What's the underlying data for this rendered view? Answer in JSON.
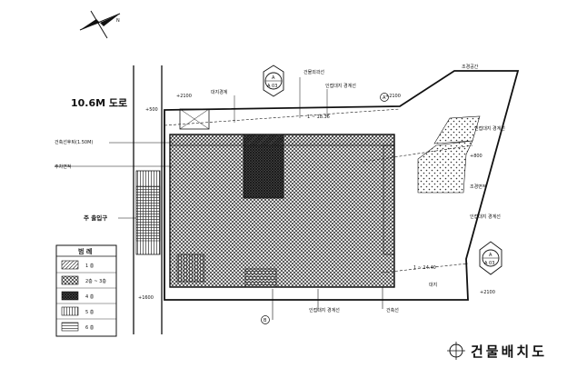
{
  "road": {
    "label": "10.6M 도로"
  },
  "entrance": {
    "label": "주 출입구"
  },
  "north_marker": {
    "label": "N"
  },
  "section_marks": [
    {
      "letter": "A",
      "sheet": "A 03"
    },
    {
      "letter": "A",
      "sheet": "A 03"
    }
  ],
  "grid_marks": [
    "A",
    "B"
  ],
  "levels": [
    "+2100",
    "+500",
    "+2100",
    "+800",
    "+1600",
    "+2100"
  ],
  "annotations": {
    "top_1": "조경공간",
    "top_2": "건물외곽선",
    "top_3": "인접대지 경계선",
    "top_4": "대지경계",
    "right_1": "인접대지 경계선",
    "right_2": "조경면적",
    "right_3": "인접대지 경계선",
    "right_4": "대지",
    "left_1": "건축선후퇴(1.50M)",
    "left_2": "주차면적",
    "bottom_1": "인접대지 경계선",
    "bottom_2": "건축선",
    "dim_top": "1 ~ 18.36",
    "dim_right": "1 ~ 14.40"
  },
  "legend": {
    "title": "범 례",
    "items": [
      {
        "label": "1 층"
      },
      {
        "label": "2층 ~ 3층"
      },
      {
        "label": "4 층"
      },
      {
        "label": "5 층"
      },
      {
        "label": "6 층"
      }
    ]
  },
  "drawing_title": "건물배치도"
}
